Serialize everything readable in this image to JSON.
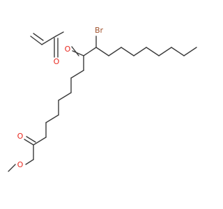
{
  "molecule": {
    "atoms": {
      "bromine": "Br",
      "ester_oxygen_acrylate": "O",
      "carbonyl_oxygen_acrylate": "O",
      "carbonyl_oxygen_methyl_ester": "O",
      "ester_oxygen_methyl_ester": "O"
    },
    "colors": {
      "bond": "#3a3a3a",
      "oxygen": "#e8281f",
      "bromine": "#a0522d"
    }
  }
}
